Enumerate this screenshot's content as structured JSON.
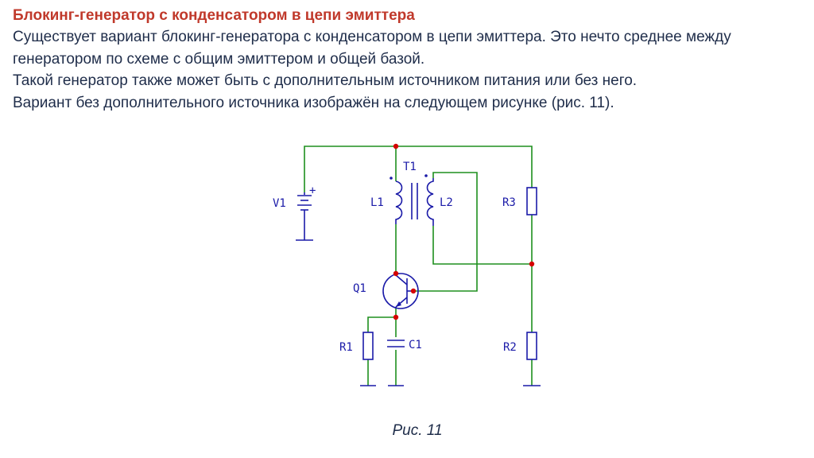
{
  "slide": {
    "title": "Блокинг-генератор с конденсатором в цепи эмиттера",
    "paragraphs": [
      "Существует вариант блокинг-генератора с конденсатором в цепи эмиттера. Это нечто среднее между генератором по схеме с общим эмиттером и общей базой.",
      "Такой генератор также может быть с дополнительным источником питания или без него.",
      "Вариант без дополнительного источника изображён на следующем рисунке (рис. 11)."
    ],
    "caption": "Рис. 11"
  },
  "diagram": {
    "labels": {
      "v1": "V1",
      "t1": "T1",
      "l1": "L1",
      "l2": "L2",
      "r3": "R3",
      "q1": "Q1",
      "r1": "R1",
      "c1": "C1",
      "r2": "R2",
      "plus": "+"
    },
    "colors": {
      "wire": "#1e8f1e",
      "component": "#1a1aa8",
      "junction": "#d40000",
      "title": "#c0392b",
      "text": "#1f2d4a"
    }
  }
}
